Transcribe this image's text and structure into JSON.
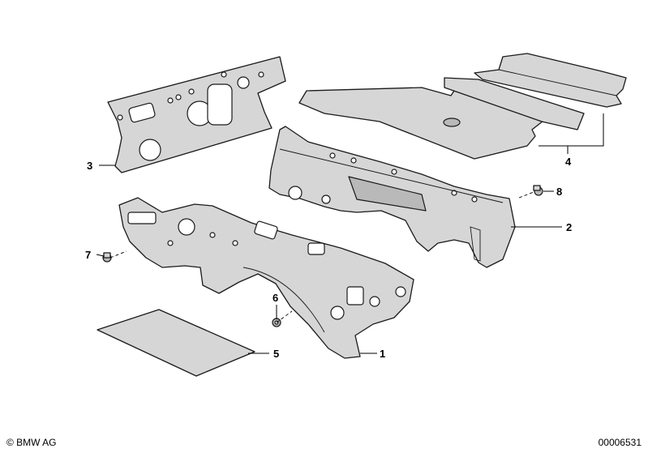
{
  "callouts": {
    "c1": "1",
    "c2": "2",
    "c3": "3",
    "c4": "4",
    "c5": "5",
    "c6": "6",
    "c7": "7",
    "c8": "8"
  },
  "footer": {
    "copyright": "© BMW AG",
    "doc_id": "00006531"
  }
}
